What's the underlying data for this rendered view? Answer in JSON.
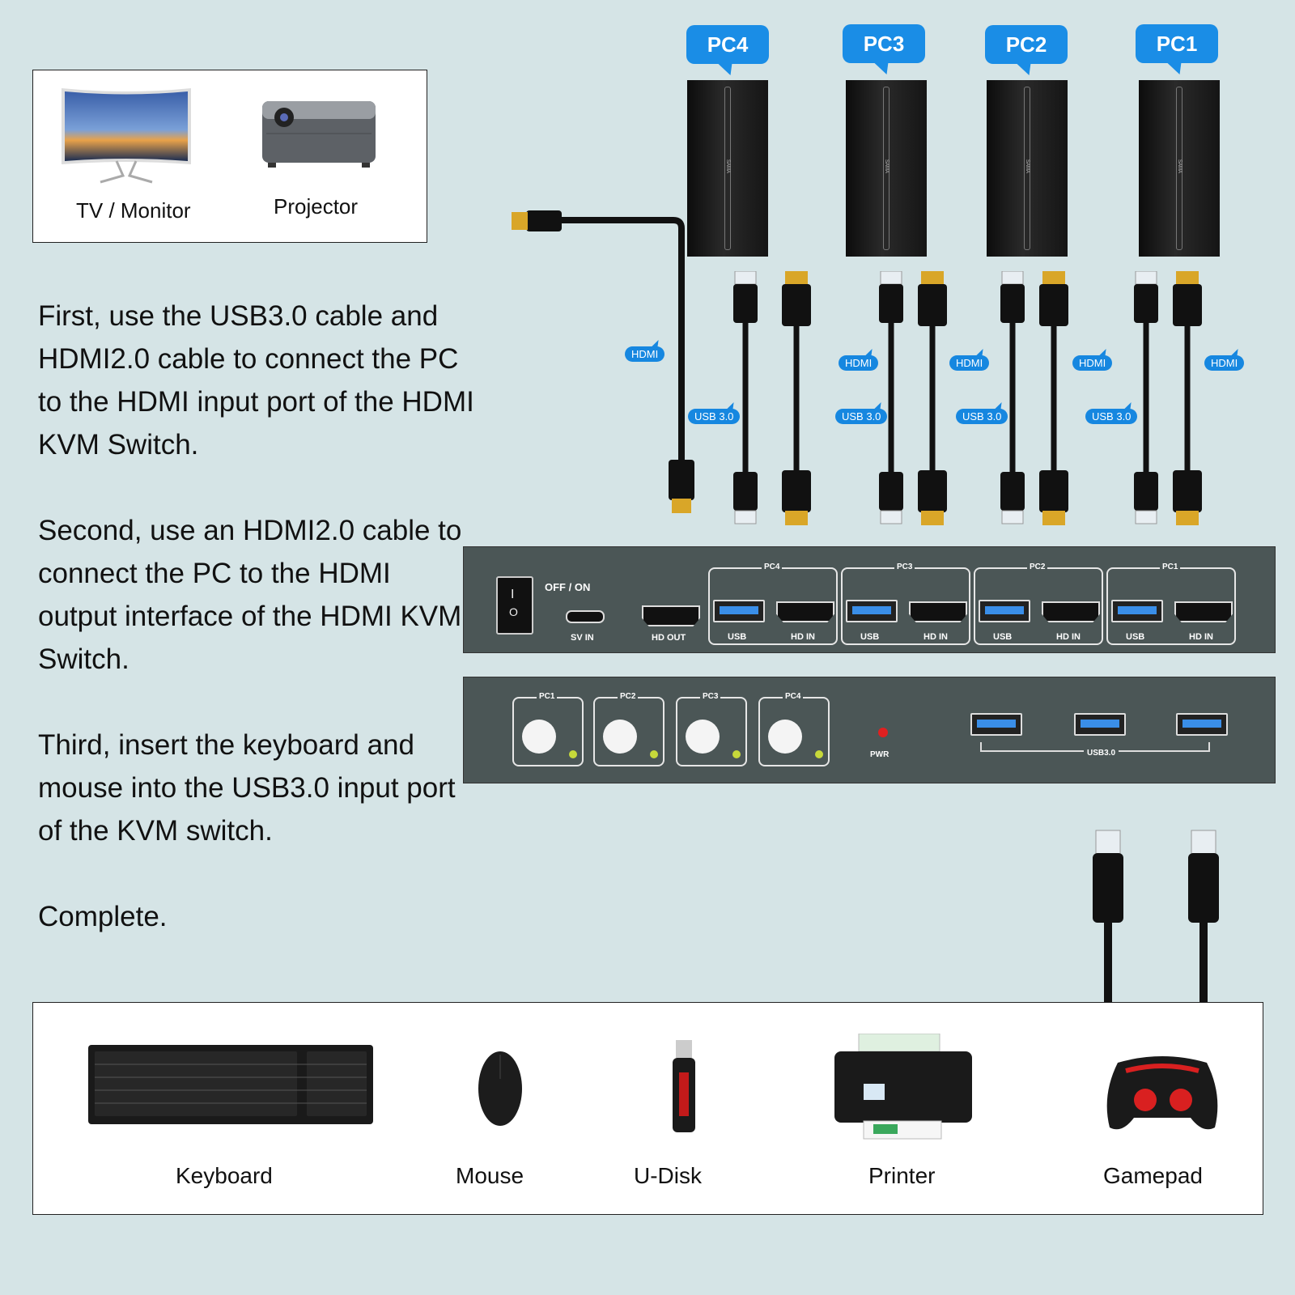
{
  "display_targets": {
    "tv_monitor": "TV / Monitor",
    "projector": "Projector"
  },
  "steps": [
    "First, use the USB3.0 cable and HDMI2.0 cable to connect the PC to the HDMI input port of the HDMI KVM Switch.",
    "Second, use an HDMI2.0 cable to connect the PC to the HDMI output interface of the HDMI KVM Switch.",
    "Third, insert the keyboard and mouse into the USB3.0 input port of the KVM switch.",
    "Complete."
  ],
  "pcs": [
    {
      "label": "PC4",
      "brand": "SAMA"
    },
    {
      "label": "PC3",
      "brand": "SAMA"
    },
    {
      "label": "PC2",
      "brand": "SAMA"
    },
    {
      "label": "PC1",
      "brand": "SAMA"
    }
  ],
  "cable_tags": {
    "hdmi": "HDMI",
    "usb": "USB 3.0"
  },
  "kvm_rear": {
    "switch_label": "OFF / ON",
    "switch_on_symbol": "I",
    "switch_off_symbol": "O",
    "sv_in": "SV IN",
    "hd_out": "HD OUT",
    "groups": [
      {
        "label": "PC4",
        "usb": "USB",
        "hd_in": "HD IN"
      },
      {
        "label": "PC3",
        "usb": "USB",
        "hd_in": "HD IN"
      },
      {
        "label": "PC2",
        "usb": "USB",
        "hd_in": "HD IN"
      },
      {
        "label": "PC1",
        "usb": "USB",
        "hd_in": "HD IN"
      }
    ]
  },
  "kvm_front": {
    "buttons": [
      "PC1",
      "PC2",
      "PC3",
      "PC4"
    ],
    "pwr": "PWR",
    "usb_hub_label": "USB3.0",
    "colors": {
      "led_green": "#c7d93a",
      "pwr_led": "#e02020"
    }
  },
  "devices": [
    "Keyboard",
    "Mouse",
    "U-Disk",
    "Printer",
    "Gamepad"
  ],
  "colors": {
    "background": "#d5e4e6",
    "badge_blue": "#1a8de6",
    "kvm_body": "#4b5656"
  }
}
